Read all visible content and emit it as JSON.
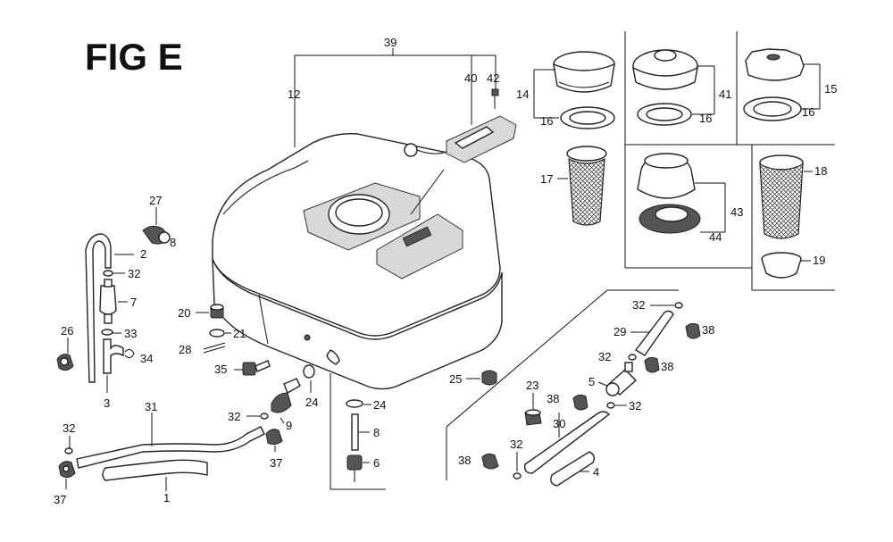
{
  "figure": {
    "title": "FIG E",
    "callouts": {
      "c39": "39",
      "c12": "12",
      "c40": "40",
      "c42": "42",
      "c14": "14",
      "c16a": "16",
      "c41": "41",
      "c16b": "16",
      "c15": "15",
      "c16c": "16",
      "c17": "17",
      "c18": "18",
      "c43": "43",
      "c44": "44",
      "c19": "19",
      "c27": "27",
      "c2": "2",
      "c8a": "8",
      "c32a": "32",
      "c7": "7",
      "c26": "26",
      "c33": "33",
      "c34": "34",
      "c3": "3",
      "c20": "20",
      "c21": "21",
      "c28": "28",
      "c35": "35",
      "c24a": "24",
      "c9": "9",
      "c32b": "32",
      "c37a": "37",
      "c31": "31",
      "c32c": "32",
      "c37b": "37",
      "c1": "1",
      "c24b": "24",
      "c8b": "8",
      "c6": "6",
      "c32d": "32",
      "c38a": "38",
      "c29": "29",
      "c32e": "32",
      "c38b": "38",
      "c25": "25",
      "c23": "23",
      "c5": "5",
      "c38c": "38",
      "c32f": "32",
      "c30": "30",
      "c38d": "38",
      "c32g": "32",
      "c4": "4"
    }
  }
}
